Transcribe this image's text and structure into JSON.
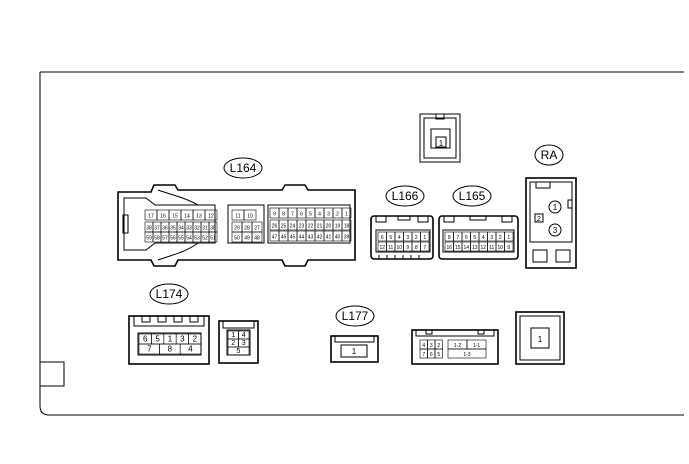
{
  "labels": {
    "l164": "L164",
    "l166": "L166",
    "l165": "L165",
    "ra": "RA",
    "l174": "L174",
    "l177": "L177"
  },
  "connectors": {
    "top_single": {
      "pins": [
        "1"
      ]
    },
    "l164": {
      "block_a_row1": [
        "17",
        "16",
        "15",
        "14",
        "13",
        "12"
      ],
      "block_a_row2": [
        "38",
        "37",
        "36",
        "35",
        "34",
        "33",
        "32",
        "31",
        "30"
      ],
      "block_a_row3": [
        "59",
        "58",
        "57",
        "56",
        "55",
        "54",
        "53",
        "52",
        "51"
      ],
      "block_b_row1": [
        "11",
        "10"
      ],
      "block_b_row2": [
        "29",
        "28",
        "27"
      ],
      "block_b_row3": [
        "50",
        "49",
        "48"
      ],
      "block_c_row1": [
        "9",
        "8",
        "7",
        "6",
        "5",
        "4",
        "3",
        "2",
        "1"
      ],
      "block_c_row2": [
        "26",
        "25",
        "24",
        "23",
        "22",
        "21",
        "20",
        "19",
        "18"
      ],
      "block_c_row3": [
        "47",
        "46",
        "45",
        "44",
        "43",
        "42",
        "41",
        "40",
        "39"
      ]
    },
    "l166": {
      "row1": [
        "6",
        "5",
        "4",
        "3",
        "2",
        "1"
      ],
      "row2": [
        "12",
        "11",
        "10",
        "9",
        "8",
        "7"
      ]
    },
    "l165": {
      "row1": [
        "8",
        "7",
        "6",
        "5",
        "4",
        "3",
        "2",
        "1"
      ],
      "row2": [
        "16",
        "15",
        "14",
        "13",
        "12",
        "11",
        "10",
        "9"
      ]
    },
    "ra": {
      "pin_side": "2",
      "pin_a": "1",
      "pin_b": "3"
    },
    "l174": {
      "row1": [
        "6",
        "5",
        "1",
        "3",
        "2"
      ],
      "row2": [
        "7",
        "8",
        "4"
      ]
    },
    "small_five": {
      "row1": [
        "1",
        "4"
      ],
      "row2": [
        "2",
        "3"
      ],
      "row3": [
        "5"
      ]
    },
    "l177": {
      "pins": [
        "1"
      ]
    },
    "hybrid": {
      "left_row1": [
        "4",
        "3",
        "2"
      ],
      "left_row2": [
        "7",
        "6",
        "5"
      ],
      "right_row1": [
        "1-2",
        "1-1"
      ],
      "right_row2": [
        "1-3"
      ]
    },
    "big_single": {
      "pins": [
        "1"
      ]
    }
  }
}
